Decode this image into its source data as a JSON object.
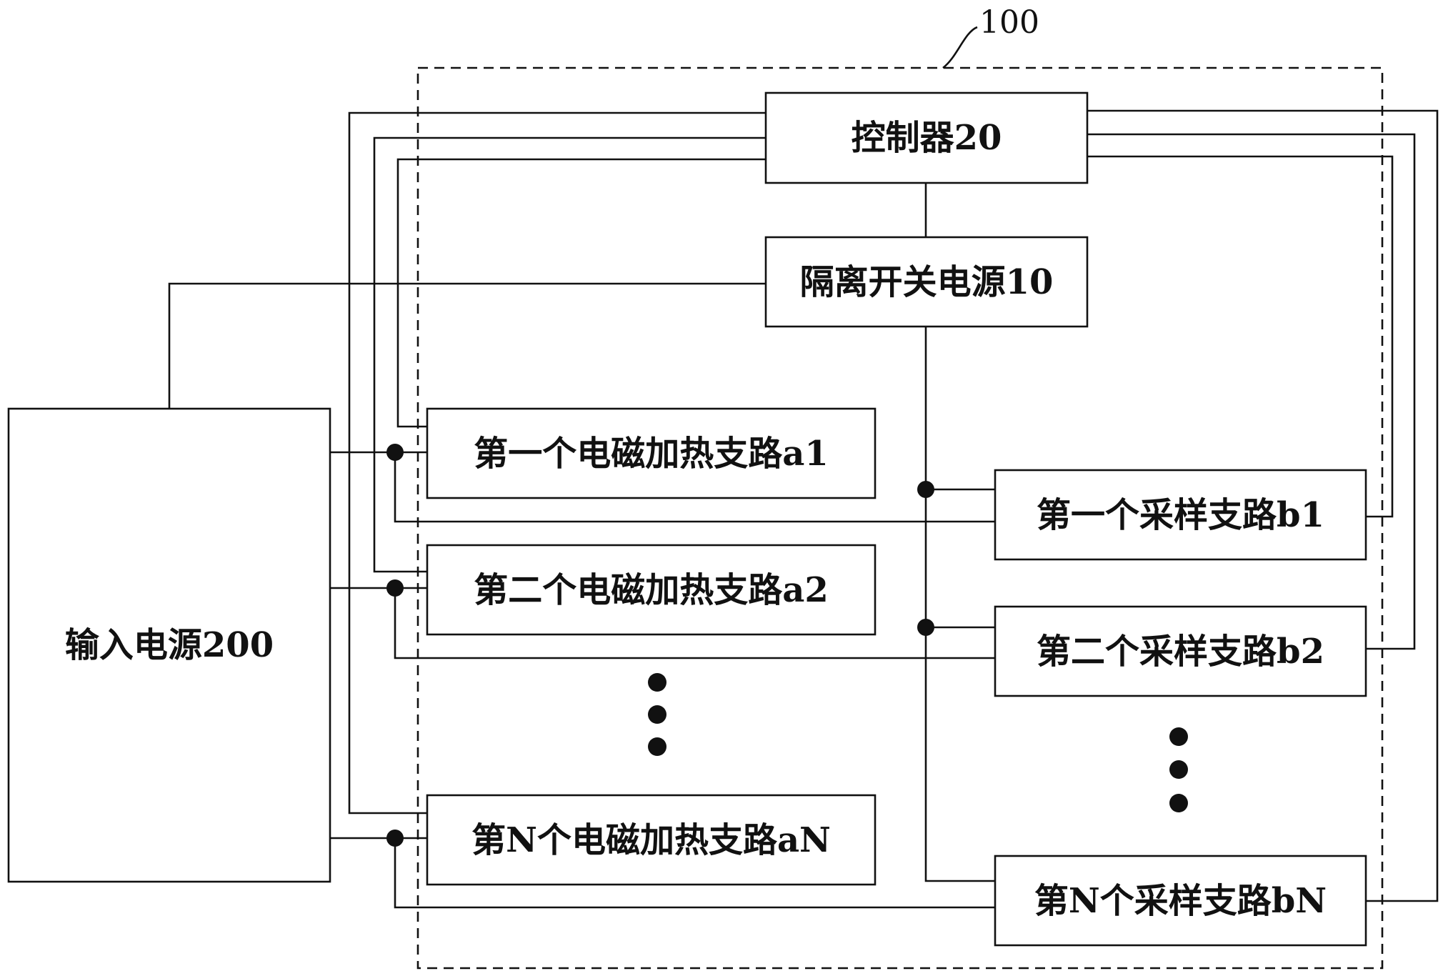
{
  "diagram": {
    "module_ref": "100",
    "input_power": "输入电源200",
    "controller": "控制器20",
    "isolated_psu": "隔离开关电源10",
    "heating": [
      "第一个电磁加热支路a1",
      "第二个电磁加热支路a2",
      "第N个电磁加热支路aN"
    ],
    "sampling": [
      "第一个采样支路b1",
      "第二个采样支路b2",
      "第N个采样支路bN"
    ]
  }
}
